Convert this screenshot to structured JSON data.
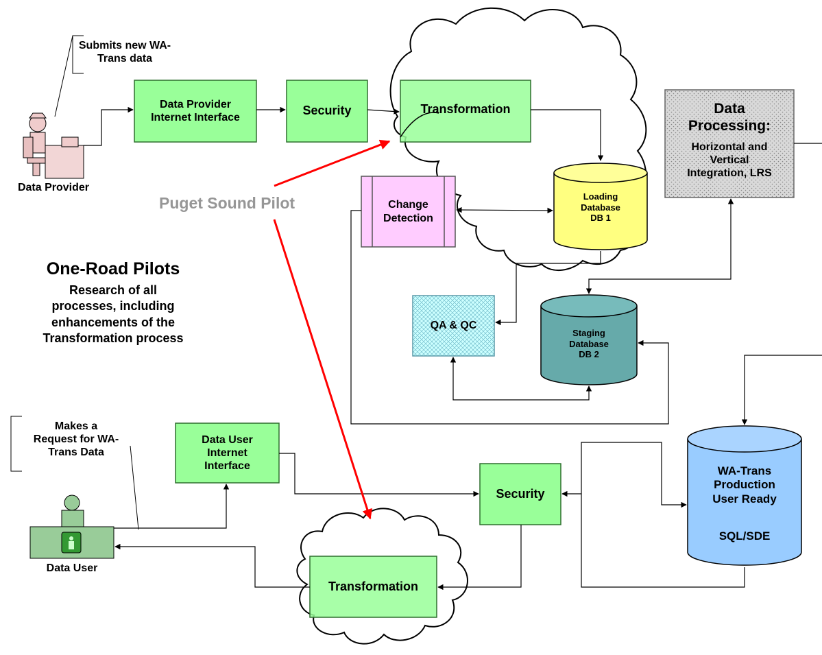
{
  "annotations": {
    "submits": "Submits new WA-\nTrans data",
    "makes_request": "Makes a\nRequest for WA-\nTrans Data"
  },
  "actors": {
    "data_provider": "Data Provider",
    "data_user": "Data User"
  },
  "boxes": {
    "dp_interface": "Data Provider\nInternet Interface",
    "security_top": "Security",
    "transformation_top": "Transformation",
    "data_processing_title": "Data\nProcessing:",
    "data_processing_body": "Horizontal and\nVertical\nIntegration, LRS",
    "change_detection": "Change\nDetection",
    "qa_qc": "QA & QC",
    "du_interface": "Data User\nInternet\nInterface",
    "security_bottom": "Security",
    "transformation_bottom": "Transformation"
  },
  "databases": {
    "loading": "Loading\nDatabase\nDB 1",
    "staging": "Staging\nDatabase\nDB 2",
    "production": "WA-Trans\nProduction\nUser Ready",
    "production_sub": "SQL/SDE"
  },
  "pilots": {
    "puget_sound": "Puget Sound Pilot",
    "one_road_title": "One-Road Pilots",
    "one_road_body": "Research of all\nprocesses, including\nenhancements of the\nTransformation process"
  },
  "colors": {
    "process_box": "#99ff99",
    "data_processing": "#d9d9d9",
    "change_detection": "#ffccff",
    "qa_qc": "#ccffff",
    "loading_db": "#ffff80",
    "staging_db": "#66aaaa",
    "production_db": "#99ccff",
    "pilot_arrow": "#ff0000",
    "pilot_label": "#969696"
  }
}
